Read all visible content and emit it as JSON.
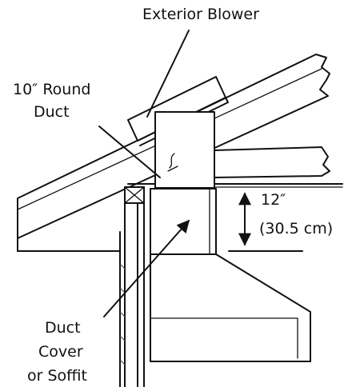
{
  "labels": {
    "exterior_blower": "Exterior Blower",
    "round_duct_line1": "10″ Round",
    "round_duct_line2": "Duct",
    "height_line1": "12″",
    "height_line2": "(30.5 cm)",
    "cover_line1": "Duct",
    "cover_line2": "Cover",
    "cover_line3": "or Soffit"
  },
  "colors": {
    "ink": "#111111",
    "background": "#ffffff"
  },
  "icons": [
    "double-arrow-icon",
    "pointer-arrow-icon"
  ]
}
